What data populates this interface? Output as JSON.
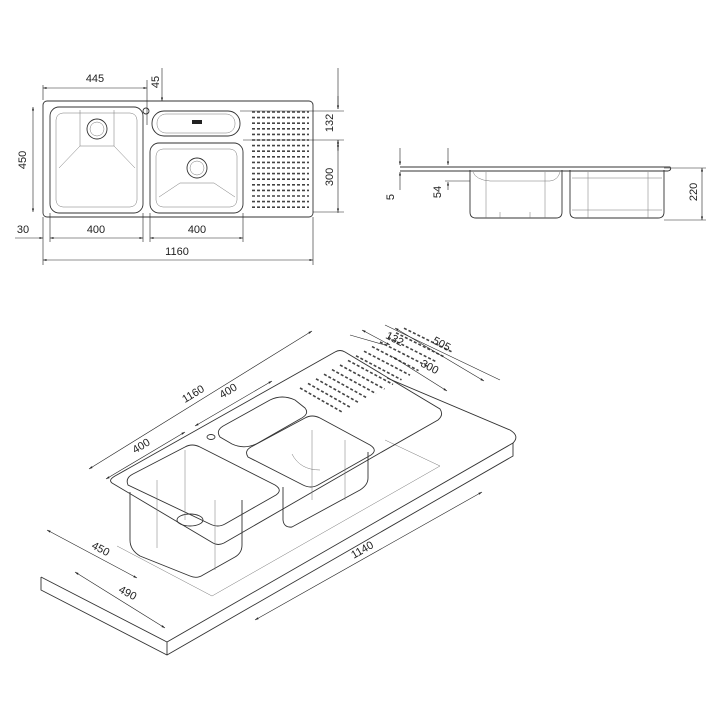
{
  "plan_view": {
    "dim_overall_width": "1160",
    "dim_left_bowl_offset": "445",
    "dim_tap_hole": "45",
    "dim_depth": "450",
    "dim_strainer": "132",
    "dim_small_bowl_depth": "300",
    "dim_edge": "30",
    "dim_left_bowl_width": "400",
    "dim_right_bowl_width": "400"
  },
  "side_view": {
    "dim_rim": "5",
    "dim_small_depth": "54",
    "dim_bowl_depth": "220"
  },
  "iso_view": {
    "dim_overall_width": "1160",
    "dim_upper_bowl": "400",
    "dim_lower_bowl": "400",
    "dim_strainer": "132",
    "dim_depth": "505",
    "dim_drainer": "300",
    "dim_cutout_depth": "450",
    "dim_counter_depth": "490",
    "dim_cutout_width": "1140"
  }
}
